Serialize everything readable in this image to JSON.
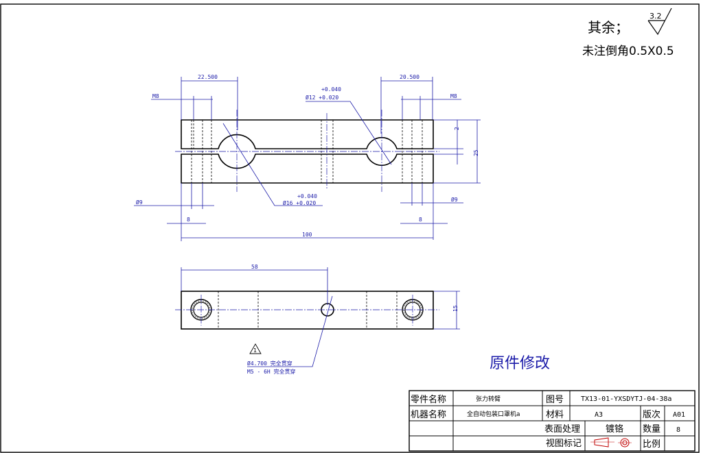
{
  "notes": {
    "roughness_label": "其余；",
    "roughness_value": "3.2",
    "chamfer_note": "未注倒角0.5X0.5",
    "revision_note": "原件修改"
  },
  "dims": {
    "top_left_width": "22.500",
    "top_right_width": "20.500",
    "thread_left": "M8",
    "thread_right": "M8",
    "bore_small_tol_upper": "+0.040",
    "bore_small": "Ø12 +0.020",
    "bore_large_tol_upper": "+0.040",
    "bore_large": "Ø16 +0.020",
    "slot_gap": "2",
    "height": "25",
    "hole_left": "Ø9",
    "hole_right": "Ø9",
    "offset_left": "8",
    "offset_right": "8",
    "overall_length": "100",
    "center_offset": "58",
    "thickness": "15",
    "rev_symbol": "1",
    "hole_note_1": "Ø4.700 完全贯穿",
    "hole_note_2": "M5 - 6H 完全贯穿"
  },
  "title_block": {
    "part_name_label": "零件名称",
    "part_name": "张力转臂",
    "drawing_no_label": "图号",
    "drawing_no": "TX13-01-YXSDYTJ-04-38a",
    "machine_label": "机器名称",
    "machine": "全自动包装口罩机a",
    "material_label": "材料",
    "material": "A3",
    "version_label": "版次",
    "version": "A01",
    "surface_label": "表面处理",
    "surface": "镀铬",
    "qty_label": "数量",
    "qty": "8",
    "view_label": "视图标记",
    "scale_label": "比例",
    "scale": ""
  }
}
